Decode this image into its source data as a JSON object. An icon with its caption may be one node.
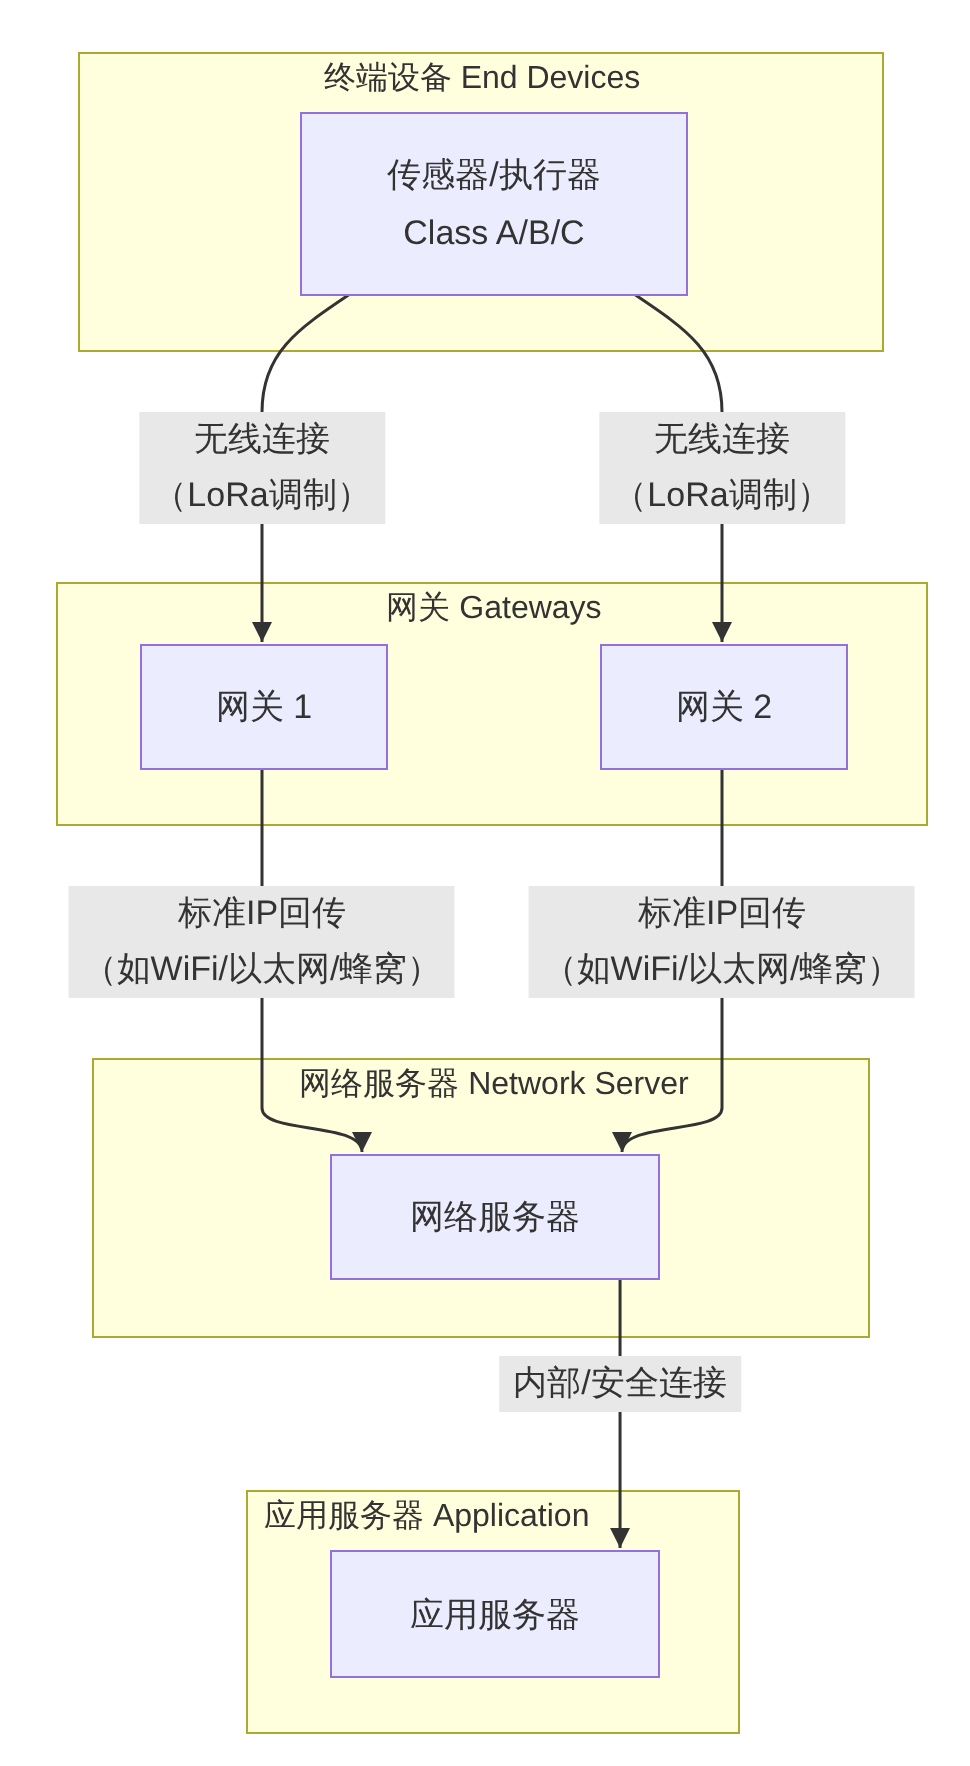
{
  "diagram": {
    "nodes": [
      {
        "text": [
          "终端设备 End Devices"
        ]
      },
      {
        "text": [
          "传感器/执行器 Class A/B/C"
        ],
        "in": 0
      },
      {
        "text": [
          "网关 Gateways"
        ]
      },
      {
        "text": [
          "网关 1"
        ],
        "in": 2
      },
      {
        "text": [
          "网关 2"
        ],
        "in": 2
      },
      {
        "text": [
          "网络服务器 Network Server"
        ]
      },
      {
        "text": [
          "网络服务器"
        ],
        "in": 5
      },
      {
        "text": [
          "应用服务器 Application"
        ]
      },
      {
        "text": [
          "应用服务器"
        ],
        "in": 7
      }
    ],
    "edges": [
      {
        "from": 1,
        "to": 3,
        "arrow": "to",
        "label": "无线连接（LoRa调制）"
      },
      {
        "from": 1,
        "to": 4,
        "arrow": "to",
        "label": "无线连接（LoRa调制）"
      },
      {
        "from": 3,
        "to": 6,
        "arrow": "to",
        "label": "标准IP回传（如WiFi/以太网/蜂窝）"
      },
      {
        "from": 4,
        "to": 6,
        "arrow": "to",
        "label": "标准IP回传（如WiFi/以太网/蜂窝）"
      },
      {
        "from": 6,
        "to": 8,
        "arrow": "to",
        "label": "内部/安全连接"
      }
    ]
  }
}
